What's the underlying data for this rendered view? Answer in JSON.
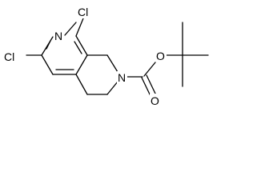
{
  "molecule": {
    "atoms": {
      "cl1": "Cl",
      "cl2": "Cl",
      "n_ring": "N",
      "n_amide": "N",
      "o_ester": "O",
      "o_carbonyl": "O"
    }
  }
}
